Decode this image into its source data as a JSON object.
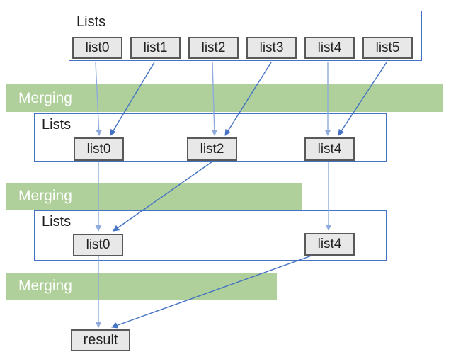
{
  "diagram": {
    "merge_label": "Merging",
    "result_label": "result",
    "stages": [
      {
        "label": "Lists",
        "items": [
          "list0",
          "list1",
          "list2",
          "list3",
          "list4",
          "list5"
        ]
      },
      {
        "label": "Lists",
        "items": [
          "list0",
          "list2",
          "list4"
        ]
      },
      {
        "label": "Lists",
        "items": [
          "list0",
          "list4"
        ]
      }
    ],
    "colors": {
      "banner_green": "#AFD09A",
      "container_border": "#4472C4",
      "arrow_light": "#8FAADC",
      "arrow_dark": "#4472C4",
      "box_fill": "#E9E8E8",
      "box_border": "#595959",
      "banner_text": "#FFFFFF"
    }
  }
}
